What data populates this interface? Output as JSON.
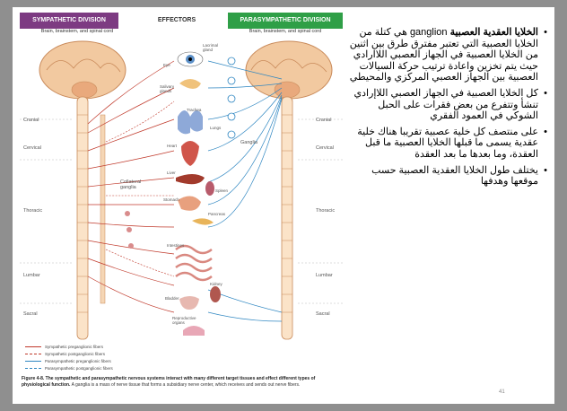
{
  "figure": {
    "header_sym": "SYMPATHETIC DIVISION",
    "header_eff": "EFFECTORS",
    "header_para": "PARASYMPATHETIC DIVISION",
    "sub_sym": "Brain, brainstem, and spinal cord",
    "sub_para": "Brain, brainstem, and spinal cord",
    "regions_left": [
      "Cranial",
      "Cervical",
      "Thoracic",
      "Lumbar",
      "Sacral"
    ],
    "regions_right": [
      "Cranial",
      "Cervical",
      "Thoracic",
      "Lumbar",
      "Sacral"
    ],
    "collateral": "Collateral ganglia",
    "ganglia": "Ganglia",
    "organs": [
      "Lacrimal gland",
      "Eye",
      "Salivary glands",
      "Trachea",
      "Lungs",
      "Heart",
      "Liver",
      "Spleen",
      "Stomach",
      "Pancreas",
      "Intestines",
      "Kidney",
      "Bladder",
      "Reproductive organs"
    ],
    "legend": [
      {
        "label": "Sympathetic preganglionic fibers",
        "color": "#c0392b",
        "style": "solid"
      },
      {
        "label": "Sympathetic postganglionic fibers",
        "color": "#c0392b",
        "style": "dashed"
      },
      {
        "label": "Parasympathetic preganglionic fibers",
        "color": "#2e86c1",
        "style": "solid"
      },
      {
        "label": "Parasympathetic postganglionic fibers",
        "color": "#2e86c1",
        "style": "dashed"
      }
    ],
    "caption_bold": "Figure 4-8. The sympathetic and parasympathetic nervous systems interact with many different target tissues and effect different types of physiological function.",
    "caption_rest": " A ganglia is a mass of nerve tissue that forms a subsidiary nerve center, which receives and sends out nerve fibers."
  },
  "bullets": [
    {
      "bold": "الخلايا العقدية العصبية",
      "text": " ganglion هي كتلة من الخلايا العصبية التي تعتبر مفترق طرق بين اثنين من الخلايا العصبية في الجهاز العصبي اللاارادي حيث يتم تخزين واعادة ترتيب حركة السيالات العصبية بين الجهاز العصبي المركزي والمحيطي"
    },
    {
      "bold": "",
      "text": "كل الخلايا العصبية في الجهاز العصبي اللاإرادي تنشأ وتتفرع من بعض فقرات على الحبل الشوكي في العمود الفقري"
    },
    {
      "bold": "",
      "text": "على منتصف كل خلية عصبية تقريبا هناك خلية عقدية يسمى ما قبلها الخلايا العصبية ما قبل العقدة، وما بعدها ما بعد العقدة"
    },
    {
      "bold": "",
      "text": "يختلف طول الخلايا العقدية العصبية حسب موقعها وهدفها"
    }
  ],
  "page_number": "41"
}
